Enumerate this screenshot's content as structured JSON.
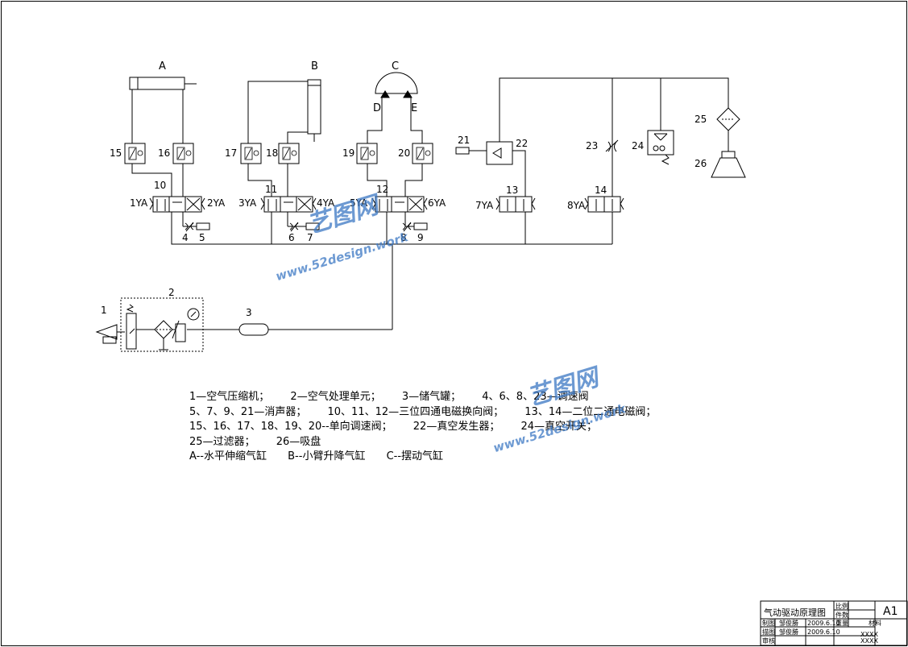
{
  "labels": {
    "A": "A",
    "B": "B",
    "C": "C",
    "D": "D",
    "E": "E",
    "n1": "1",
    "n2": "2",
    "n3": "3",
    "n4": "4",
    "n5": "5",
    "n6": "6",
    "n7": "7",
    "n8": "8",
    "n9": "9",
    "n10": "10",
    "n11": "11",
    "n12": "12",
    "n13": "13",
    "n14": "14",
    "n15": "15",
    "n16": "16",
    "n17": "17",
    "n18": "18",
    "n19": "19",
    "n20": "20",
    "n21": "21",
    "n22": "22",
    "n23": "23",
    "n24": "24",
    "n25": "25",
    "n26": "26",
    "ya1": "1YA",
    "ya2": "2YA",
    "ya3": "3YA",
    "ya4": "4YA",
    "ya5": "5YA",
    "ya6": "6YA",
    "ya7": "7YA",
    "ya8": "8YA"
  },
  "legend": [
    [
      "1—空气压缩机；",
      "2—空气处理单元；",
      "3—储气罐；",
      "4、6、8、23—调速阀"
    ],
    [
      "5、7、9、21—消声器；",
      "10、11、12—三位四通电磁换向阀；",
      "13、14—二位二通电磁阀；"
    ],
    [
      "15、16、17、18、19、20--单向调速阀；",
      "22—真空发生器；",
      "24—真空开关；"
    ],
    [
      "25—过滤器；",
      "26—吸盘"
    ],
    [
      "A--水平伸缩气缸",
      "B--小臂升降气缸",
      "C--摆动气缸"
    ]
  ],
  "title_block": {
    "title": "气动驱动原理图",
    "scale_label": "比例",
    "count_label": "件数",
    "sheet": "A1",
    "drawn_label": "制图",
    "drafted_label": "描图",
    "checked_label": "审核",
    "person1": "邹俊勝",
    "person2": "邹俊勝",
    "date1": "2009.6.10",
    "date2": "2009.6.10",
    "weight_label": "重量",
    "material_label": "材料",
    "code1": "XXXX",
    "code2": "XXXX"
  },
  "watermarks": [
    "艺图网",
    "www.52design.work",
    "艺图网",
    "www.52design.work"
  ]
}
